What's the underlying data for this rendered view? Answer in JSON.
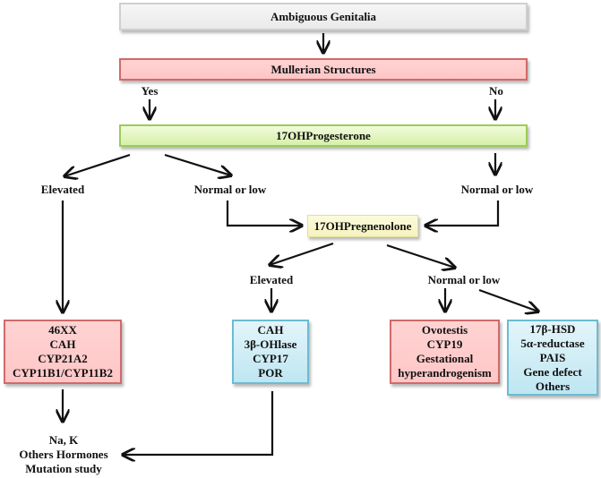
{
  "nodes": {
    "ambiguous_genitalia": "Ambiguous Genitalia",
    "mullerian_structures": "Mullerian Structures",
    "progesterone": "17OHProgesterone",
    "pregnenolone": "17OHPregnenolone",
    "box_46xx": [
      "46XX",
      "CAH",
      "CYP21A2",
      "CYP11B1/CYP11B2"
    ],
    "box_cah": [
      "CAH",
      "3β-OHlase",
      "CYP17",
      "POR"
    ],
    "box_ovotestis": [
      "Ovotestis",
      "CYP19",
      "Gestational",
      "hyperandrogenism"
    ],
    "box_17bhsd": [
      "17β-HSD",
      "5α-reductase",
      "PAIS",
      "Gene defect",
      "Others"
    ],
    "final": [
      "Na, K",
      "Others Hormones",
      "Mutation study"
    ]
  },
  "labels": {
    "yes": "Yes",
    "no": "No",
    "prog_elevated": "Elevated",
    "prog_normal_left": "Normal or low",
    "prog_normal_right": "Normal or low",
    "preg_elevated": "Elevated",
    "preg_normal": "Normal or low"
  },
  "colors": {
    "gray": "#eeeeee",
    "pink": "#ffc9c9",
    "green": "#ddf2b4",
    "yellow": "#f8f5c8",
    "blue": "#c9ebf4",
    "arrow": "#111111"
  }
}
